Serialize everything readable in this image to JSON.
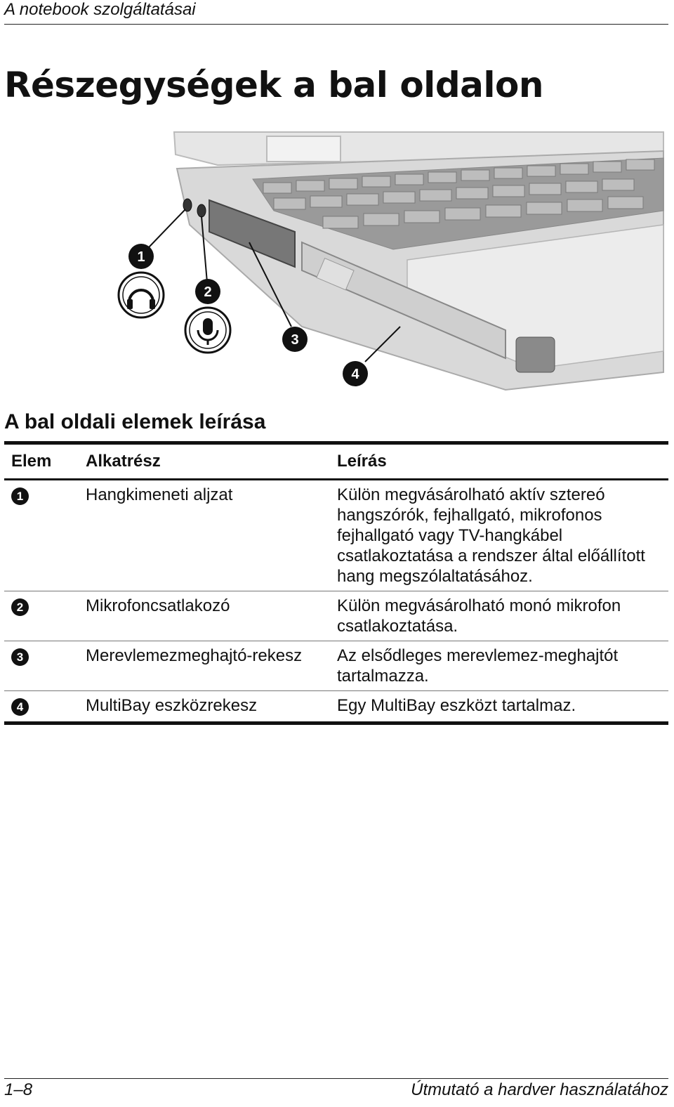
{
  "header": {
    "running_title": "A notebook szolgáltatásai"
  },
  "page_title": "Részegységek a bal oldalon",
  "figure": {
    "callouts": [
      "1",
      "2",
      "3",
      "4"
    ]
  },
  "table": {
    "title": "A bal oldali elemek leírása",
    "columns": [
      "Elem",
      "Alkatrész",
      "Leírás"
    ],
    "rows": [
      {
        "item": "1",
        "component": "Hangkimeneti aljzat",
        "description": "Külön megvásárolható aktív sztereó hangszórók, fejhallgató, mikrofonos fejhallgató vagy TV-hangkábel csatlakoztatása a rendszer által előállított hang megszólaltatásához."
      },
      {
        "item": "2",
        "component": "Mikrofoncsatlakozó",
        "description": "Külön megvásárolható monó mikrofon csatlakoztatása."
      },
      {
        "item": "3",
        "component": "Merevlemezmeghajtó-rekesz",
        "description": "Az elsődleges merevlemez-meghajtót tartalmazza."
      },
      {
        "item": "4",
        "component": "MultiBay eszközrekesz",
        "description": "Egy MultiBay eszközt tartalmaz."
      }
    ]
  },
  "footer": {
    "page_number": "1–8",
    "book_title": "Útmutató a hardver használatához"
  }
}
